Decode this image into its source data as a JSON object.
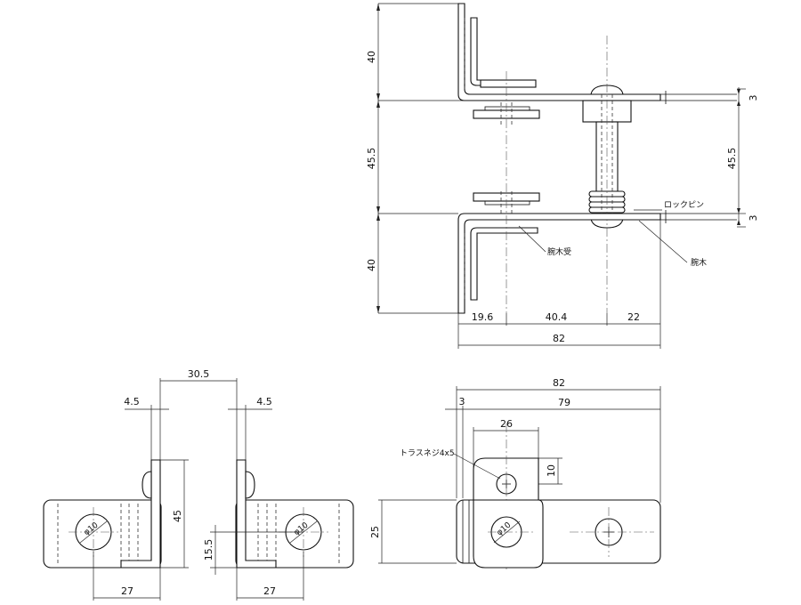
{
  "dimensions": {
    "top_left_40_upper": "40",
    "top_left_45_5": "45.5",
    "top_left_40_lower": "40",
    "top_right_3_upper": "3",
    "top_right_45_5": "45.5",
    "top_right_3_lower": "3",
    "bottom_19_6": "19.6",
    "bottom_40_4": "40.4",
    "bottom_22": "22",
    "bottom_82": "82",
    "side_30_5": "30.5",
    "side_4_5_left": "4.5",
    "side_4_5_right": "4.5",
    "side_45": "45",
    "side_15_5": "15.5",
    "side_27_left": "27",
    "side_27_right": "27",
    "plan_82": "82",
    "plan_3": "3",
    "plan_79": "79",
    "plan_26": "26",
    "plan_10": "10",
    "plan_25": "25"
  },
  "diameters": {
    "left_part": "φ10",
    "right_part": "φ10",
    "plan_part": "φ10"
  },
  "labels": {
    "lock_pin": "ロックピン",
    "arm_receiver": "腕木受",
    "arm": "腕木",
    "truss_screw": "トラスネジ4x5"
  }
}
